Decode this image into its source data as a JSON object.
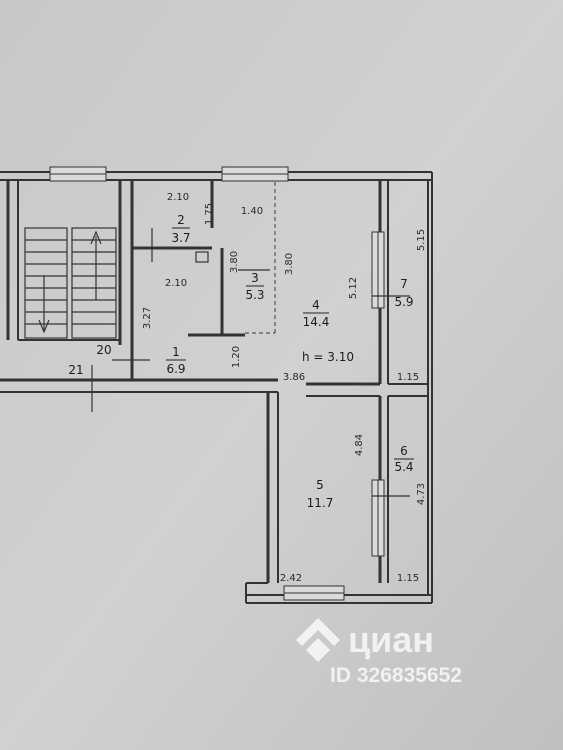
{
  "rooms": [
    {
      "id": "1",
      "area": "6.9"
    },
    {
      "id": "2",
      "area": "3.7"
    },
    {
      "id": "3",
      "area": "5.3"
    },
    {
      "id": "4",
      "area": "14.4"
    },
    {
      "id": "5",
      "area": "11.7"
    },
    {
      "id": "6",
      "area": "5.4"
    },
    {
      "id": "7",
      "area": "5.9"
    }
  ],
  "outside_labels": [
    "20",
    "21"
  ],
  "dimensions": [
    "2.10",
    "1.75",
    "1.40",
    "2.10",
    "3.80",
    "3.80",
    "3.27",
    "1.20",
    "3.86",
    "5.12",
    "5.15",
    "1.15",
    "4.84",
    "4.73",
    "2.42",
    "1.15"
  ],
  "ceiling_height": "h = 3.10",
  "watermark": {
    "brand": "циан",
    "id": "ID 326835652"
  }
}
